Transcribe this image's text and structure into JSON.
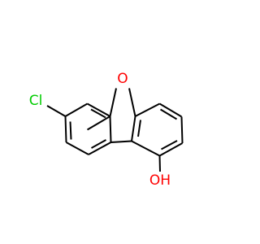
{
  "molecule": {
    "atoms": [
      {
        "id": "O_ring",
        "label": "O",
        "color": "#ff0000"
      },
      {
        "id": "Cl",
        "label": "Cl",
        "color": "#00cc00"
      },
      {
        "id": "OH",
        "label": "OH",
        "color": "#ff0000"
      }
    ],
    "bond_color": "#000000"
  }
}
